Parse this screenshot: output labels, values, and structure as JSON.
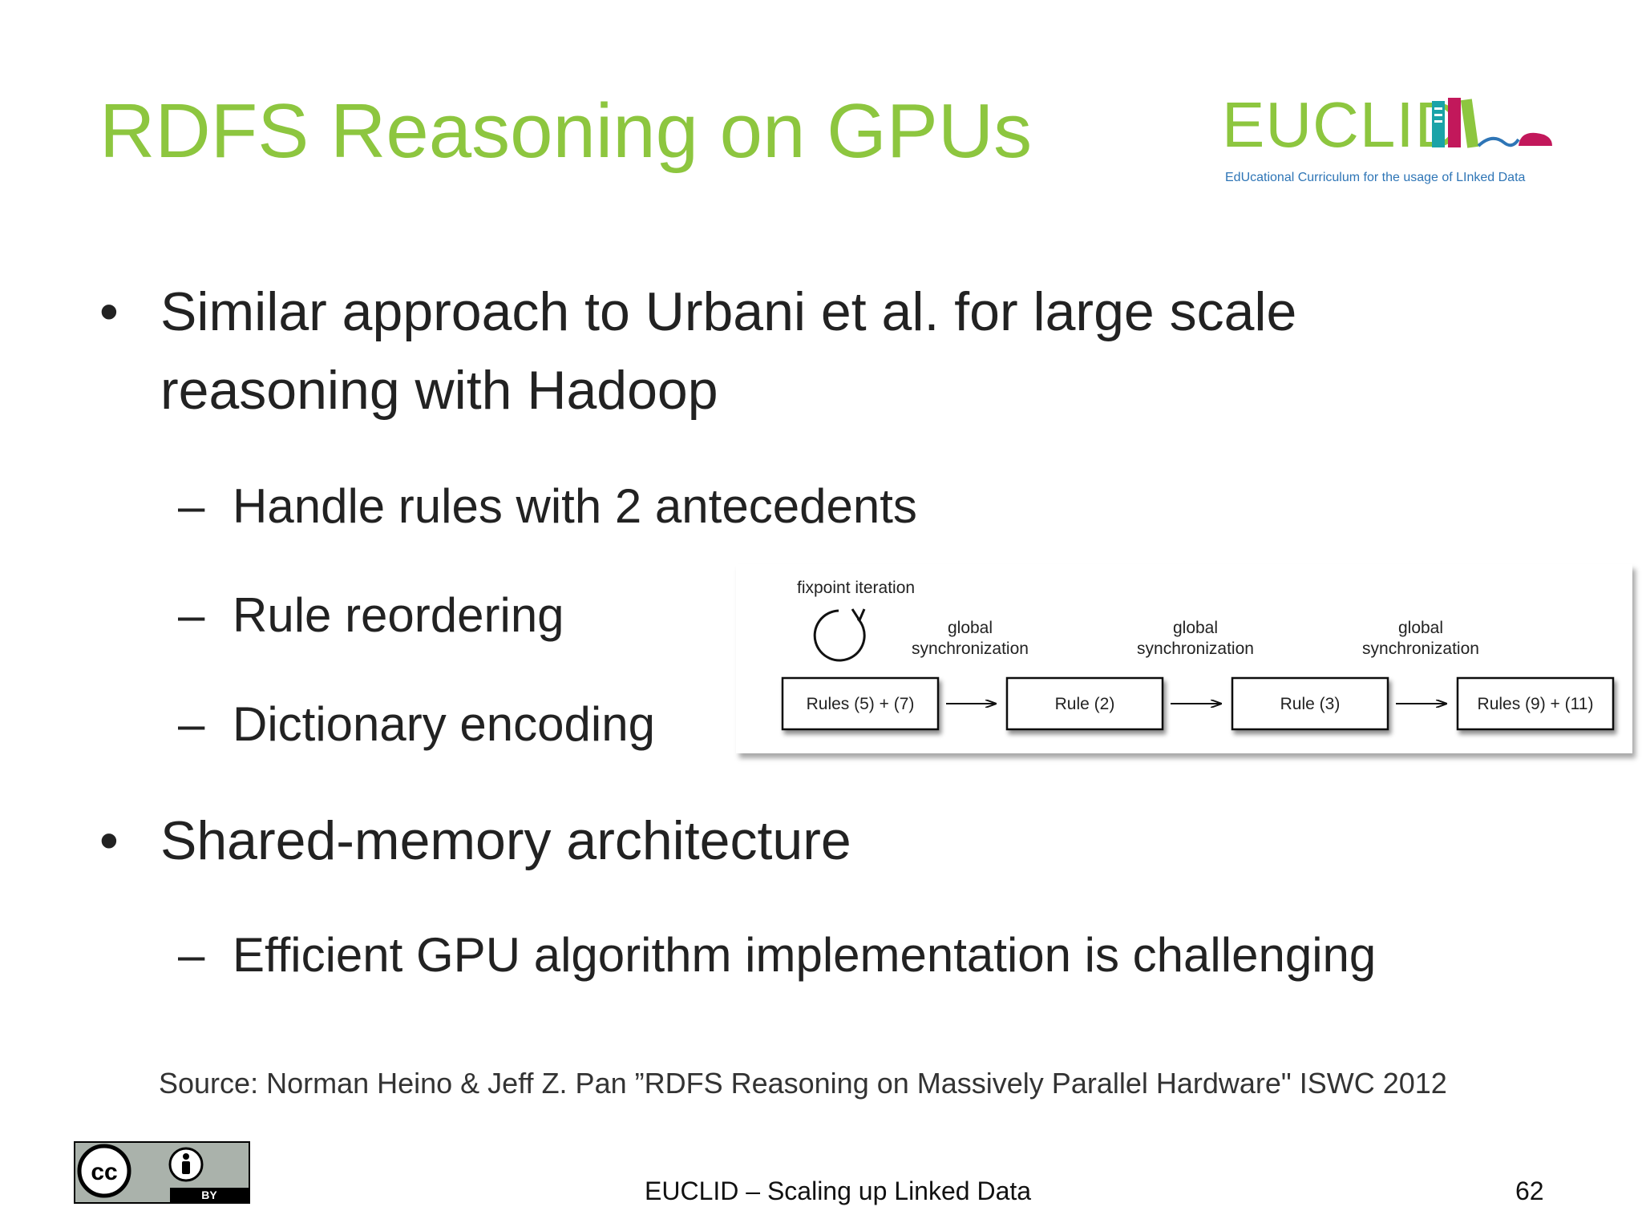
{
  "title": "RDFS Reasoning on GPUs",
  "colors": {
    "title_green": "#8dc63f",
    "logo_green": "#8dc63f",
    "logo_blue": "#2e75b6",
    "logo_teal": "#1aa3a8",
    "logo_magenta": "#c2185b",
    "text": "#222222"
  },
  "logo": {
    "word": "EUCLID",
    "tagline": "EdUcational Curriculum for the usage of LInked Data",
    "icon": "books-and-mouse-icon"
  },
  "bullets": [
    {
      "text": "Similar approach to Urbani et al. for large scale reasoning with Hadoop",
      "sub": [
        "Handle rules with 2 antecedents",
        "Rule reordering",
        "Dictionary encoding"
      ]
    },
    {
      "text": "Shared-memory architecture",
      "sub": [
        "Efficient GPU algorithm implementation is challenging"
      ]
    }
  ],
  "bullet_glyph": "•",
  "dash_glyph": "–",
  "diagram": {
    "loop_label": "fixpoint iteration",
    "boxes": [
      "Rules (5) + (7)",
      "Rule (2)",
      "Rule (3)",
      "Rules (9) + (11)"
    ],
    "sync_labels": [
      [
        "global",
        "synchronization"
      ],
      [
        "global",
        "synchronization"
      ],
      [
        "global",
        "synchronization"
      ]
    ]
  },
  "source": "Source: Norman Heino  & Jeff Z. Pan ”RDFS Reasoning on Massively Parallel Hardware\" ISWC 2012",
  "license": {
    "badge_text": "BY",
    "icon": "creative-commons-by-icon"
  },
  "footer": "EUCLID – Scaling up Linked Data",
  "page_number": "62"
}
